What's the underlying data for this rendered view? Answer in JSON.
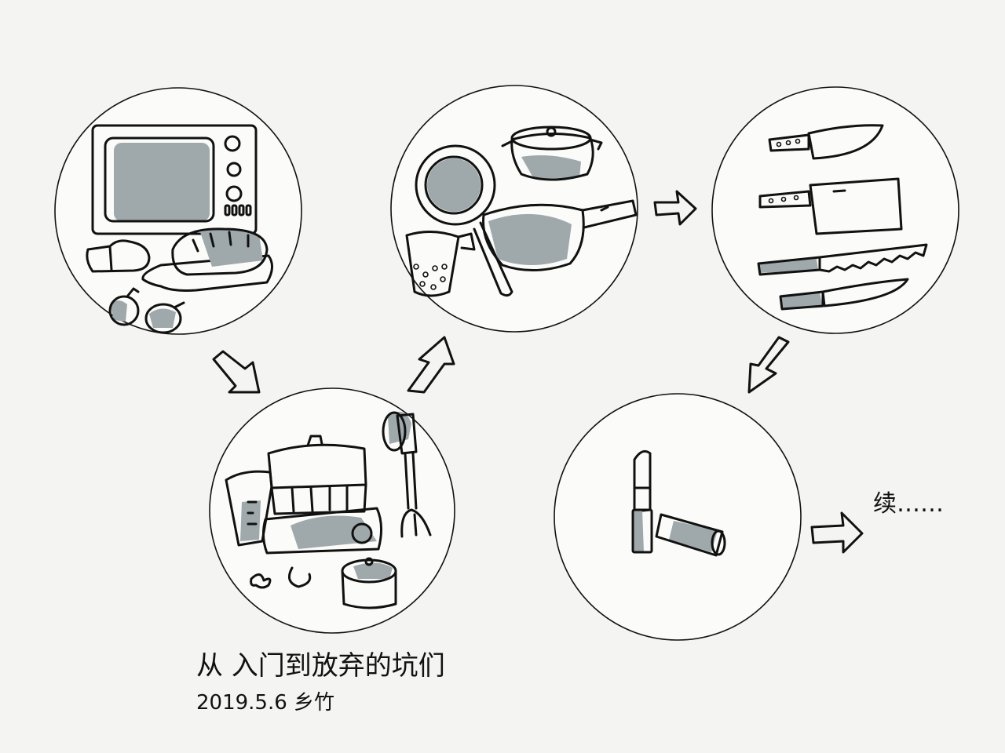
{
  "caption": {
    "title": "从 入门到放弃的坑们",
    "date_signature": "2019.5.6 乡竹"
  },
  "continued_text": "续……",
  "colors": {
    "paper": "#f4f4f2",
    "ink": "#111111",
    "shade": "#9fa9ab"
  },
  "panels": [
    {
      "name": "panel-baking",
      "items": [
        "oven-icon",
        "bread-icon",
        "oven-mitt-icon",
        "cutting-board-icon",
        "fruit-icon"
      ]
    },
    {
      "name": "panel-appliances",
      "items": [
        "food-processor-icon",
        "measuring-cup-icon",
        "hand-mixer-icon",
        "small-pot-icon"
      ]
    },
    {
      "name": "panel-cookware",
      "items": [
        "frying-pan-icon",
        "casserole-pot-icon",
        "saucepan-icon",
        "strainer-icon"
      ]
    },
    {
      "name": "panel-knives",
      "items": [
        "chef-knife-icon",
        "cleaver-icon",
        "bread-knife-icon",
        "paring-knife-icon"
      ]
    },
    {
      "name": "panel-lipstick",
      "items": [
        "lipstick-icon"
      ]
    }
  ]
}
